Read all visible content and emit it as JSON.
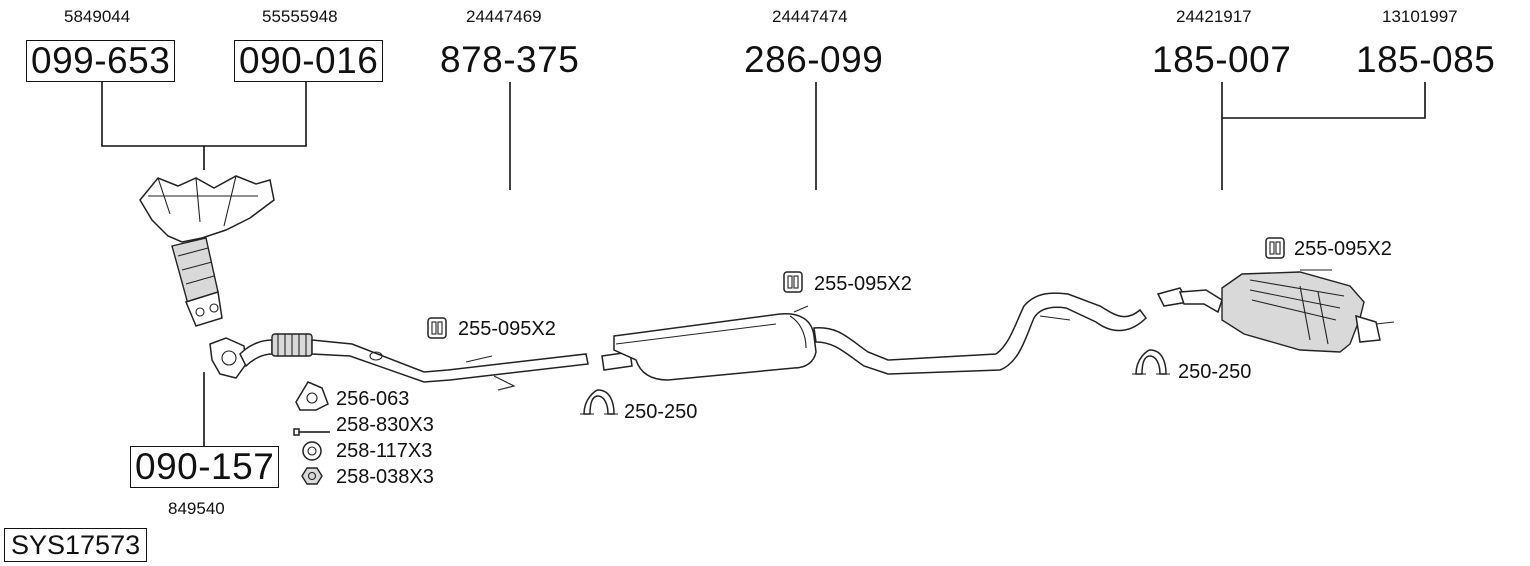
{
  "refs": {
    "r1": "5849044",
    "r2": "55555948",
    "r3": "24447469",
    "r4": "24447474",
    "r5": "24421917",
    "r6": "13101997",
    "r7": "849540"
  },
  "parts": {
    "p1": "099-653",
    "p2": "090-016",
    "p3": "878-375",
    "p4": "286-099",
    "p5": "185-007",
    "p6": "185-085",
    "p7": "090-157"
  },
  "accessories": {
    "a1": "255-095X2",
    "a2": "255-095X2",
    "a3": "255-095X2",
    "a4": "256-063",
    "a5": "258-830X3",
    "a6": "258-117X3",
    "a7": "258-038X3",
    "a8": "250-250",
    "a9": "250-250"
  },
  "system_code": "SYS17573"
}
